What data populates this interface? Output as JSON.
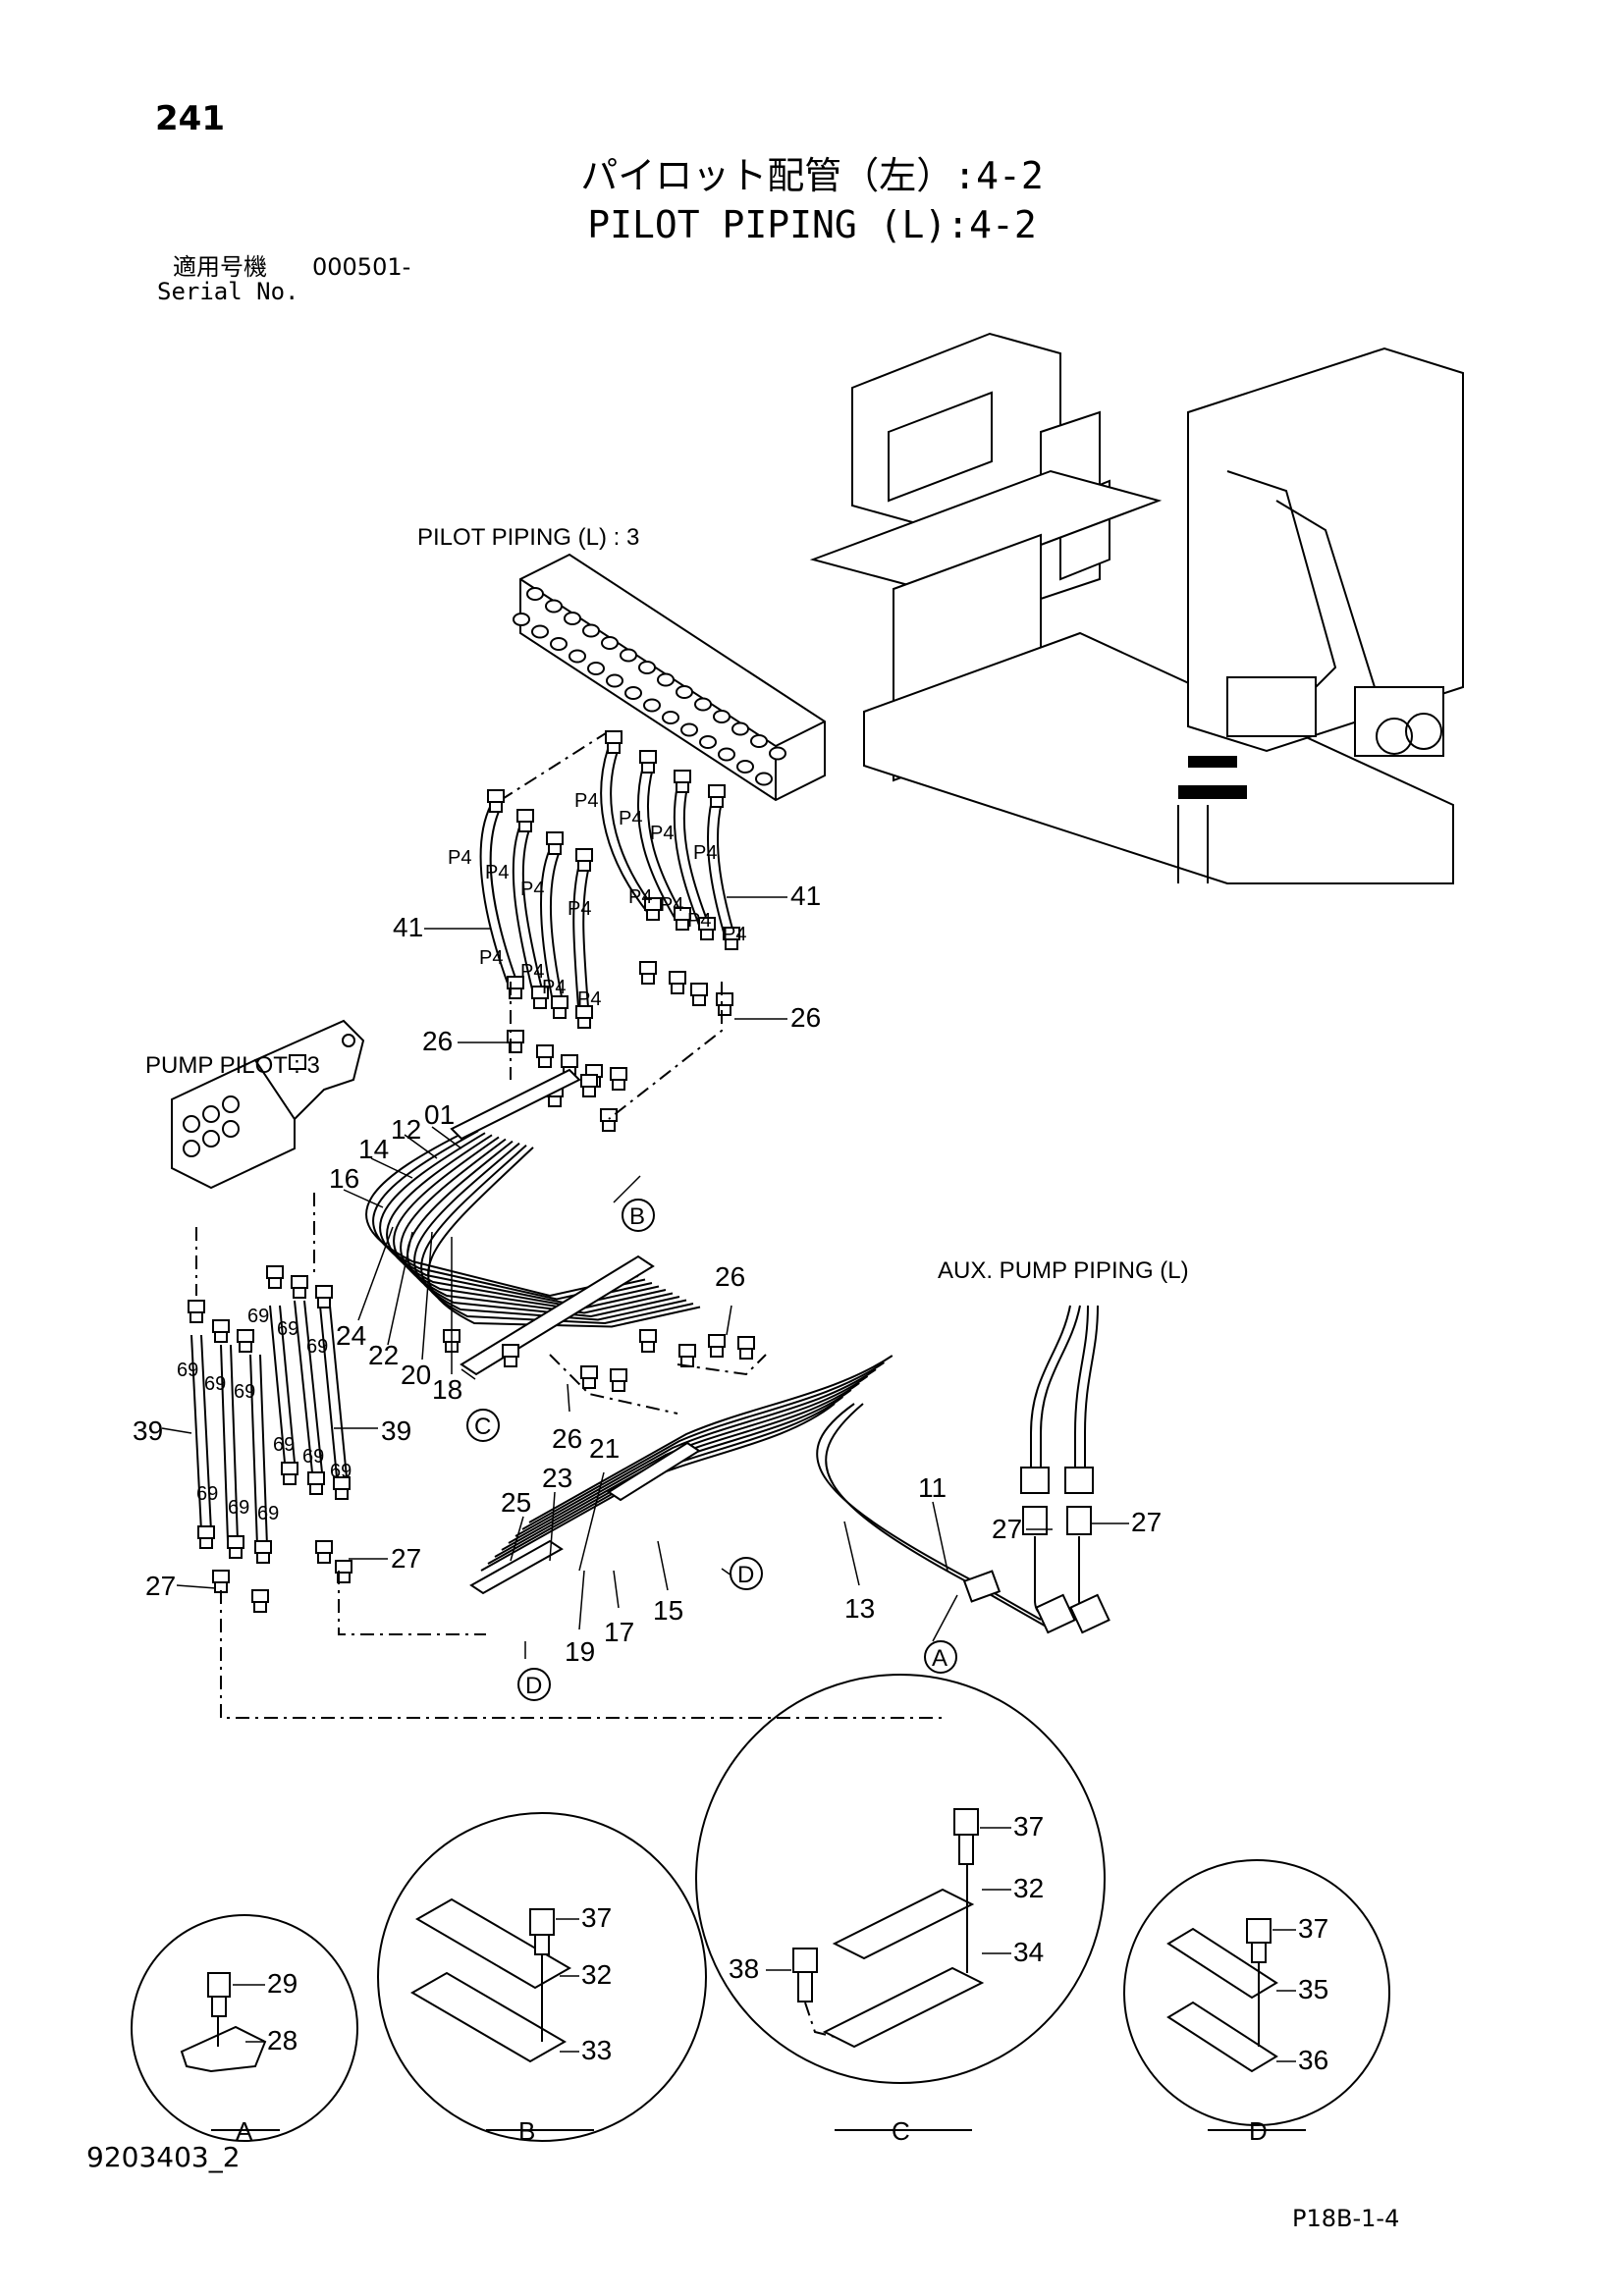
{
  "header": {
    "page_number": "241",
    "title_jp": "パイロット配管（左）:4-2",
    "title_en": "PILOT PIPING (L):4-2",
    "serial_jp": "適用号機",
    "serial_value": "000501-",
    "serial_en": "Serial No."
  },
  "references": {
    "pilot_piping": "PILOT PIPING (L) : 3",
    "pump_pilot": "PUMP PILOT : 3",
    "aux_pump_piping": "AUX. PUMP PIPING (L)"
  },
  "callouts": {
    "n41": "41",
    "n26": "26",
    "n01": "01",
    "n12": "12",
    "n14": "14",
    "n16": "16",
    "n24": "24",
    "n22": "22",
    "n20": "20",
    "n18": "18",
    "n69": "69",
    "n39": "39",
    "n27": "27",
    "n25": "25",
    "n23": "23",
    "n21": "21",
    "n19": "19",
    "n17": "17",
    "n15": "15",
    "n13": "13",
    "n11": "11",
    "n28": "28",
    "n29": "29",
    "n32": "32",
    "n33": "33",
    "n34": "34",
    "n35": "35",
    "n36": "36",
    "n37": "37",
    "n38": "38",
    "p4": "P4"
  },
  "detail_markers": {
    "a": "A",
    "b": "B",
    "c": "C",
    "d": "D"
  },
  "footer": {
    "doc_number": "9203403_2",
    "page_code": "P18B-1-4"
  }
}
